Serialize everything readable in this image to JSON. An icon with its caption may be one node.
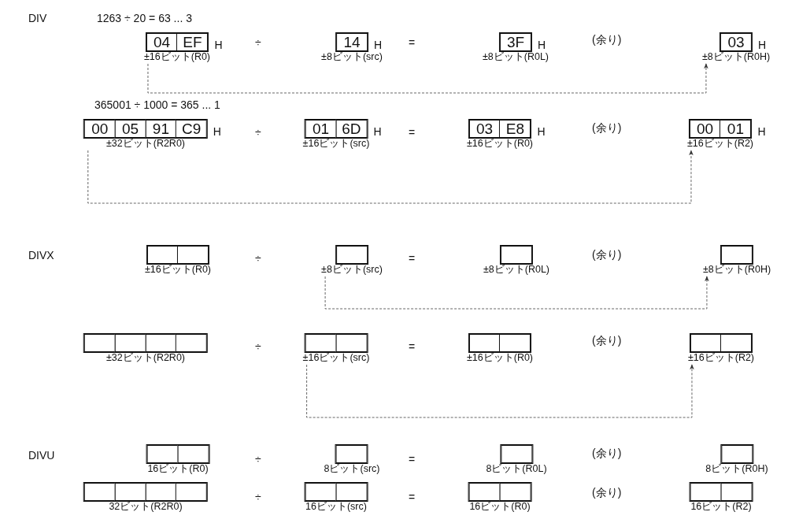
{
  "diagram": {
    "nodes": [
      {
        "text": [],
        "shape": "box",
        "beside": [
          "H",
          "±16ビット(R0)"
        ]
      },
      {
        "text": [
          "04"
        ],
        "in": 0
      },
      {
        "text": [
          "EF"
        ],
        "in": 0
      },
      {
        "text": [],
        "shape": "box",
        "beside": [
          "H",
          "±8ビット(src)"
        ]
      },
      {
        "text": [
          "14"
        ],
        "in": 3
      },
      {
        "text": [],
        "shape": "box",
        "beside": [
          "H",
          "±8ビット(R0L)"
        ]
      },
      {
        "text": [
          "3F"
        ],
        "in": 5
      },
      {
        "text": [],
        "shape": "box",
        "beside": [
          "H",
          "±8ビット(R0H)"
        ]
      },
      {
        "text": [
          "03"
        ],
        "in": 7
      },
      {
        "text": [],
        "shape": "box",
        "beside": [
          "H",
          "±32ビット(R2R0)"
        ]
      },
      {
        "text": [
          "00"
        ],
        "in": 9
      },
      {
        "text": [
          "05"
        ],
        "in": 9
      },
      {
        "text": [
          "91"
        ],
        "in": 9
      },
      {
        "text": [
          "C9"
        ],
        "in": 9
      },
      {
        "text": [],
        "shape": "box",
        "beside": [
          "H",
          "±16ビット(src)"
        ]
      },
      {
        "text": [
          "01"
        ],
        "in": 14
      },
      {
        "text": [
          "6D"
        ],
        "in": 14
      },
      {
        "text": [],
        "shape": "box",
        "beside": [
          "H",
          "±16ビット(R0)"
        ]
      },
      {
        "text": [
          "03"
        ],
        "in": 17
      },
      {
        "text": [
          "E8"
        ],
        "in": 17
      },
      {
        "text": [],
        "shape": "box",
        "beside": [
          "H",
          "±16ビット(R2)"
        ]
      },
      {
        "text": [
          "00"
        ],
        "in": 20
      },
      {
        "text": [
          "01"
        ],
        "in": 20
      },
      {
        "text": [],
        "shape": "box",
        "beside": [
          "±16ビット(R0)"
        ]
      },
      {
        "text": [],
        "shape": "box",
        "in": 23
      },
      {
        "text": [],
        "shape": "box",
        "in": 23
      },
      {
        "text": [],
        "shape": "box",
        "beside": [
          "±8ビット(src)"
        ]
      },
      {
        "text": [],
        "shape": "box",
        "in": 26
      },
      {
        "text": [],
        "shape": "box",
        "beside": [
          "±8ビット(R0L)"
        ]
      },
      {
        "text": [],
        "shape": "box",
        "in": 28
      },
      {
        "text": [],
        "shape": "box",
        "beside": [
          "±8ビット(R0H)"
        ]
      },
      {
        "text": [],
        "shape": "box",
        "in": 30
      },
      {
        "text": [],
        "shape": "box",
        "beside": [
          "±32ビット(R2R0)"
        ]
      },
      {
        "text": [],
        "shape": "box",
        "in": 32
      },
      {
        "text": [],
        "shape": "box",
        "in": 32
      },
      {
        "text": [],
        "shape": "box",
        "in": 32
      },
      {
        "text": [],
        "shape": "box",
        "in": 32
      },
      {
        "text": [],
        "shape": "box",
        "beside": [
          "±16ビット(src)"
        ]
      },
      {
        "text": [],
        "shape": "box",
        "in": 37
      },
      {
        "text": [],
        "shape": "box",
        "in": 37
      },
      {
        "text": [],
        "shape": "box",
        "beside": [
          "±16ビット(R0)"
        ]
      },
      {
        "text": [],
        "shape": "box",
        "in": 40
      },
      {
        "text": [],
        "shape": "box",
        "in": 40
      },
      {
        "text": [],
        "shape": "box",
        "beside": [
          "±16ビット(R2)"
        ]
      },
      {
        "text": [],
        "shape": "box",
        "in": 43
      },
      {
        "text": [],
        "shape": "box",
        "in": 43
      },
      {
        "text": [],
        "shape": "box",
        "beside": [
          "16ビット(R0)"
        ]
      },
      {
        "text": [],
        "shape": "box",
        "in": 46
      },
      {
        "text": [],
        "shape": "box",
        "in": 46
      },
      {
        "text": [],
        "shape": "box",
        "beside": [
          "8ビット(src)"
        ]
      },
      {
        "text": [],
        "shape": "box",
        "in": 49
      },
      {
        "text": [],
        "shape": "box",
        "beside": [
          "8ビット(R0L)"
        ]
      },
      {
        "text": [],
        "shape": "box",
        "in": 51
      },
      {
        "text": [],
        "shape": "box",
        "beside": [
          "8ビット(R0H)"
        ]
      },
      {
        "text": [],
        "shape": "box",
        "in": 53
      },
      {
        "text": [],
        "shape": "box",
        "beside": [
          "32ビット(R2R0)"
        ]
      },
      {
        "text": [],
        "shape": "box",
        "in": 55
      },
      {
        "text": [],
        "shape": "box",
        "in": 55
      },
      {
        "text": [],
        "shape": "box",
        "in": 55
      },
      {
        "text": [],
        "shape": "box",
        "in": 55
      },
      {
        "text": [],
        "shape": "box",
        "beside": [
          "16ビット(src)"
        ]
      },
      {
        "text": [],
        "shape": "box",
        "in": 60
      },
      {
        "text": [],
        "shape": "box",
        "in": 60
      },
      {
        "text": [],
        "shape": "box",
        "beside": [
          "16ビット(R0)"
        ]
      },
      {
        "text": [],
        "shape": "box",
        "in": 63
      },
      {
        "text": [],
        "shape": "box",
        "in": 63
      },
      {
        "text": [],
        "shape": "box",
        "beside": [
          "16ビット(R2)"
        ]
      },
      {
        "text": [],
        "shape": "box",
        "in": 66
      },
      {
        "text": [],
        "shape": "box",
        "in": 66
      }
    ],
    "edges": [
      {
        "from": 0,
        "to": 7,
        "arrow": "to",
        "style": "dashed"
      },
      {
        "from": 9,
        "to": 20,
        "arrow": "to",
        "style": "dashed"
      },
      {
        "from": 26,
        "to": 30,
        "arrow": "to",
        "style": "dashed"
      },
      {
        "from": 37,
        "to": 43,
        "arrow": "to",
        "style": "dashed"
      }
    ],
    "labels": [
      "DIV",
      "1263 ÷ 20 = 63 ... 3",
      "÷",
      "=",
      "(余り)",
      "365001 ÷ 1000 = 365 ... 1",
      "÷",
      "=",
      "(余り)",
      "DIVX",
      "÷",
      "=",
      "(余り)",
      "÷",
      "=",
      "(余り)",
      "DIVU",
      "÷",
      "=",
      "(余り)",
      "÷",
      "=",
      "(余り)"
    ]
  }
}
